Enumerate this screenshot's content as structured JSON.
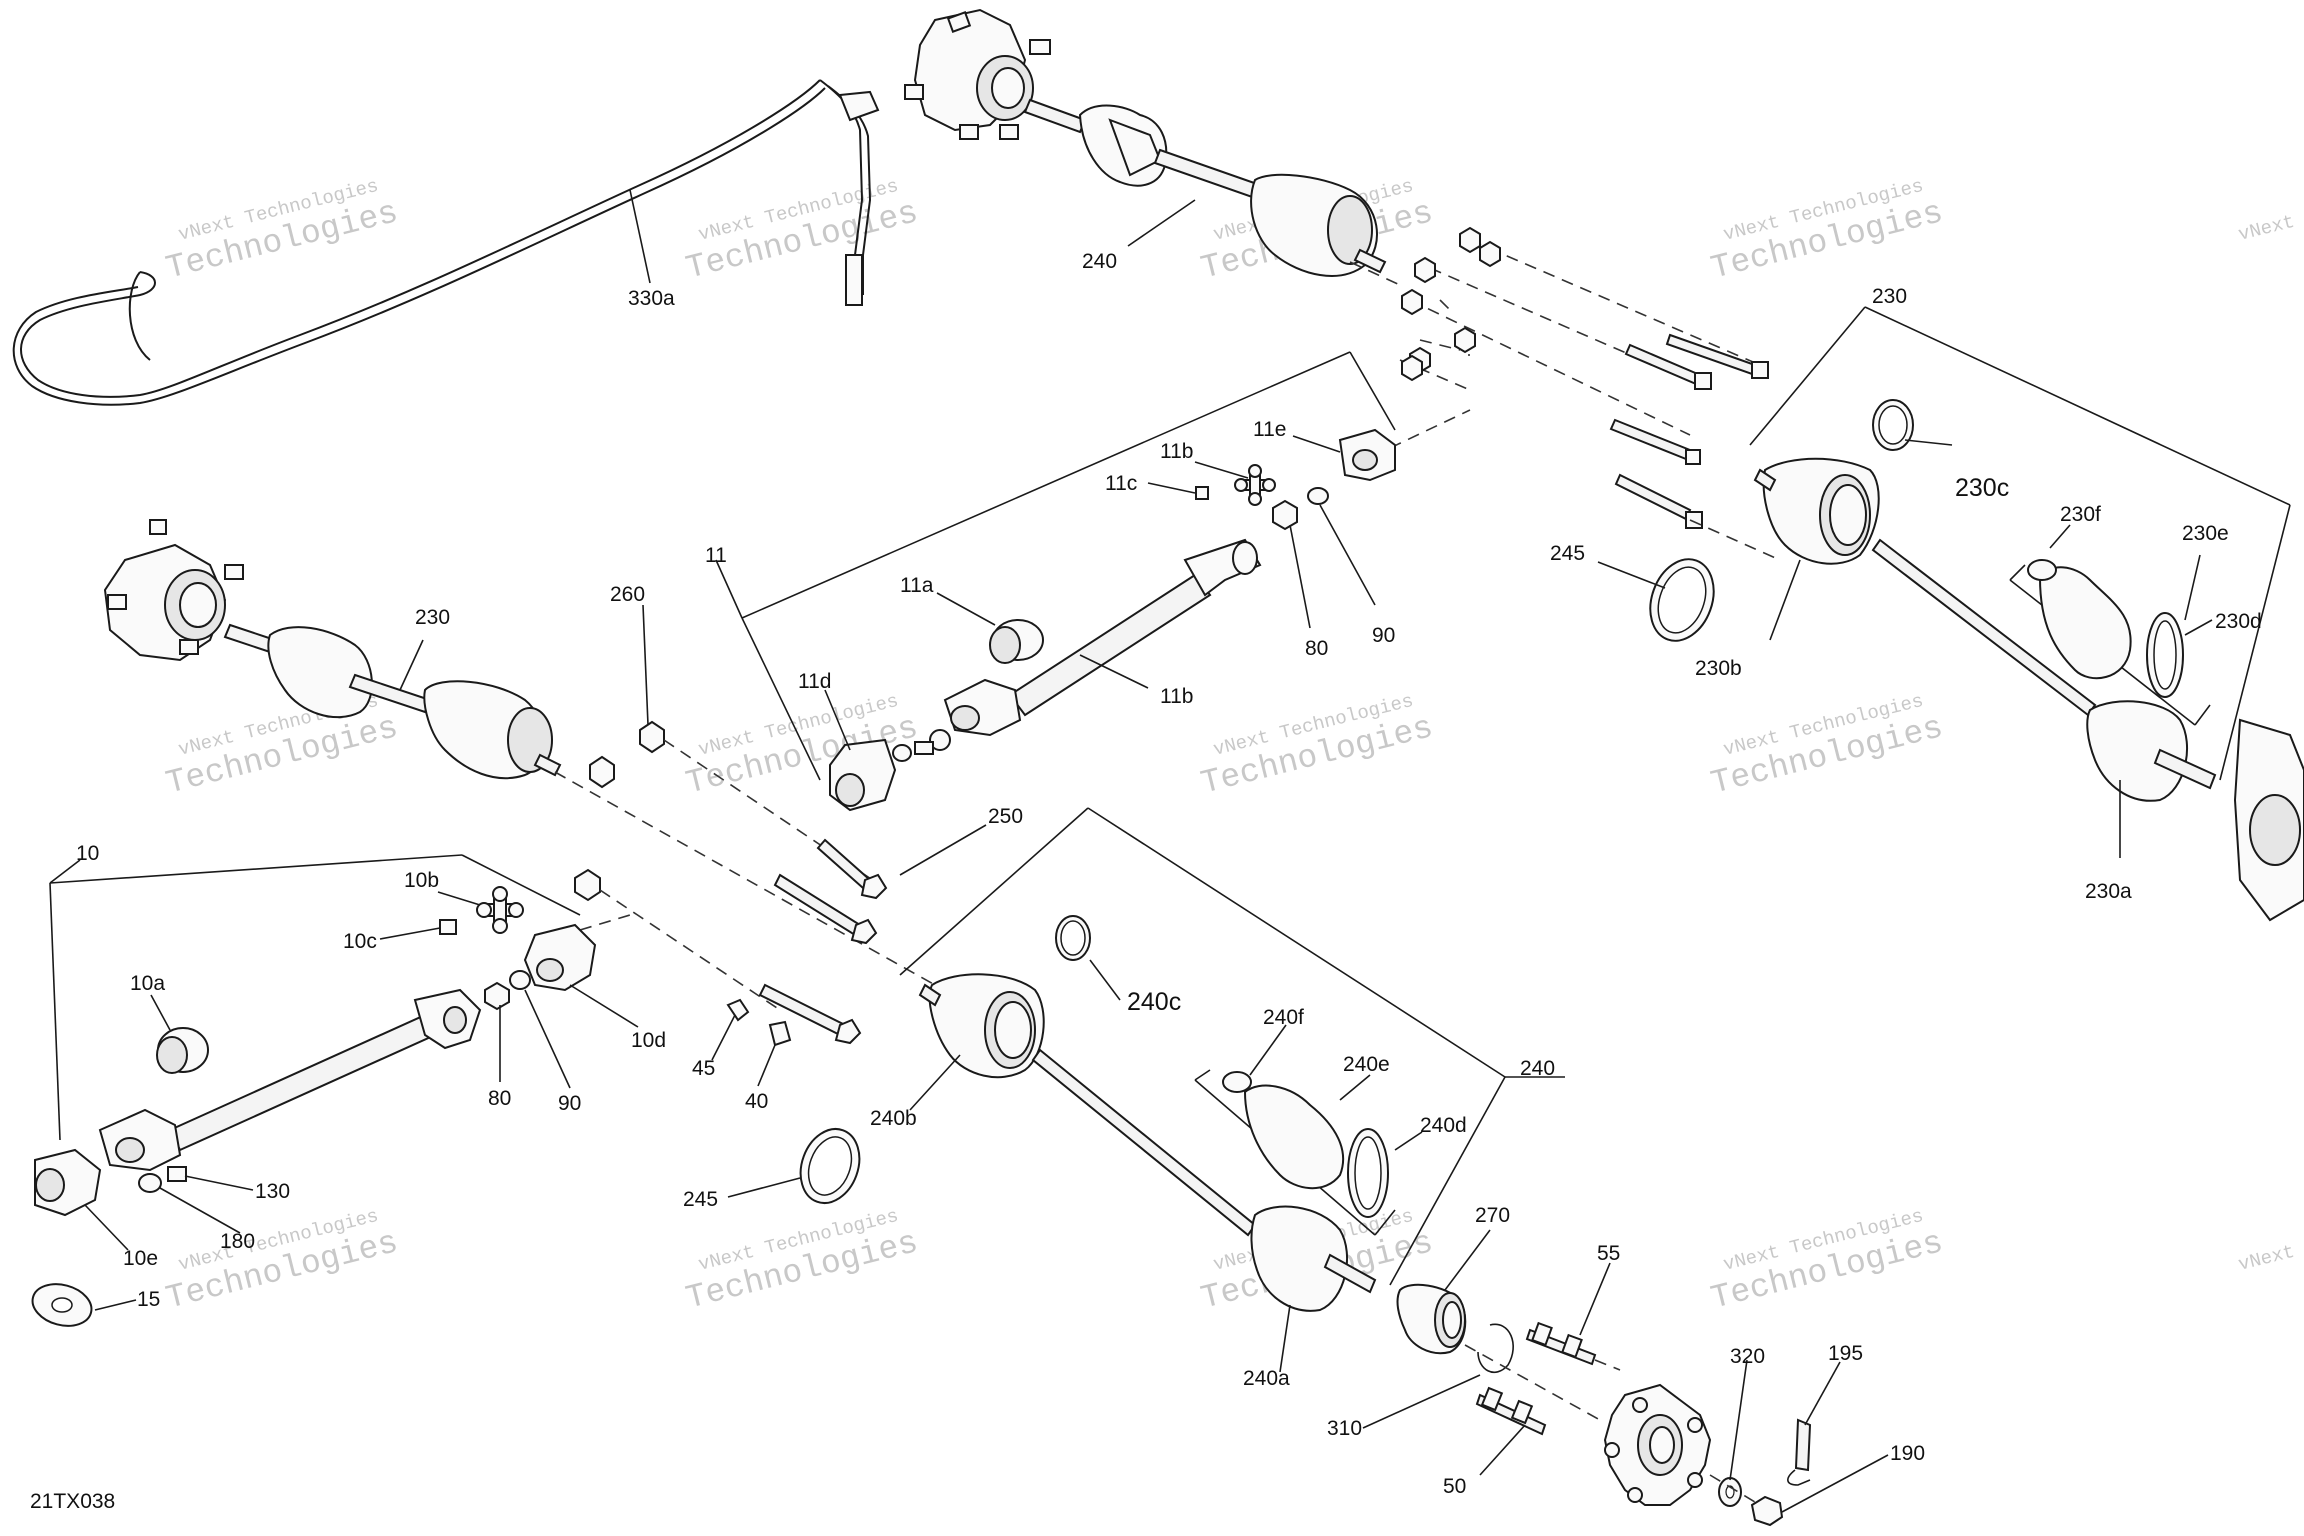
{
  "drawing_id": "21TX038",
  "watermark": {
    "line1": "vNext Technologies",
    "line2": "vNext",
    "line3": "Technologies"
  },
  "labels": {
    "l330a": "330a",
    "l240_top": "240",
    "l230_group": "230",
    "l230c": "230c",
    "l230f": "230f",
    "l230e": "230e",
    "l230d": "230d",
    "l230b": "230b",
    "l230a": "230a",
    "l245_top": "245",
    "l11e": "11e",
    "l11b_top": "11b",
    "l11c": "11c",
    "l80_top": "80",
    "l90_top": "90",
    "l11": "11",
    "l11a": "11a",
    "l11b": "11b",
    "l11d": "11d",
    "l260": "260",
    "l230_left": "230",
    "l250": "250",
    "l10": "10",
    "l10b": "10b",
    "l10c": "10c",
    "l10a": "10a",
    "l10d": "10d",
    "l80": "80",
    "l90": "90",
    "l45": "45",
    "l40": "40",
    "l130": "130",
    "l180": "180",
    "l10e": "10e",
    "l15": "15",
    "l240c": "240c",
    "l240f": "240f",
    "l240e": "240e",
    "l240d": "240d",
    "l240_group": "240",
    "l240b": "240b",
    "l245": "245",
    "l240a": "240a",
    "l270": "270",
    "l55": "55",
    "l320": "320",
    "l195": "195",
    "l310": "310",
    "l50": "50",
    "l190": "190"
  }
}
